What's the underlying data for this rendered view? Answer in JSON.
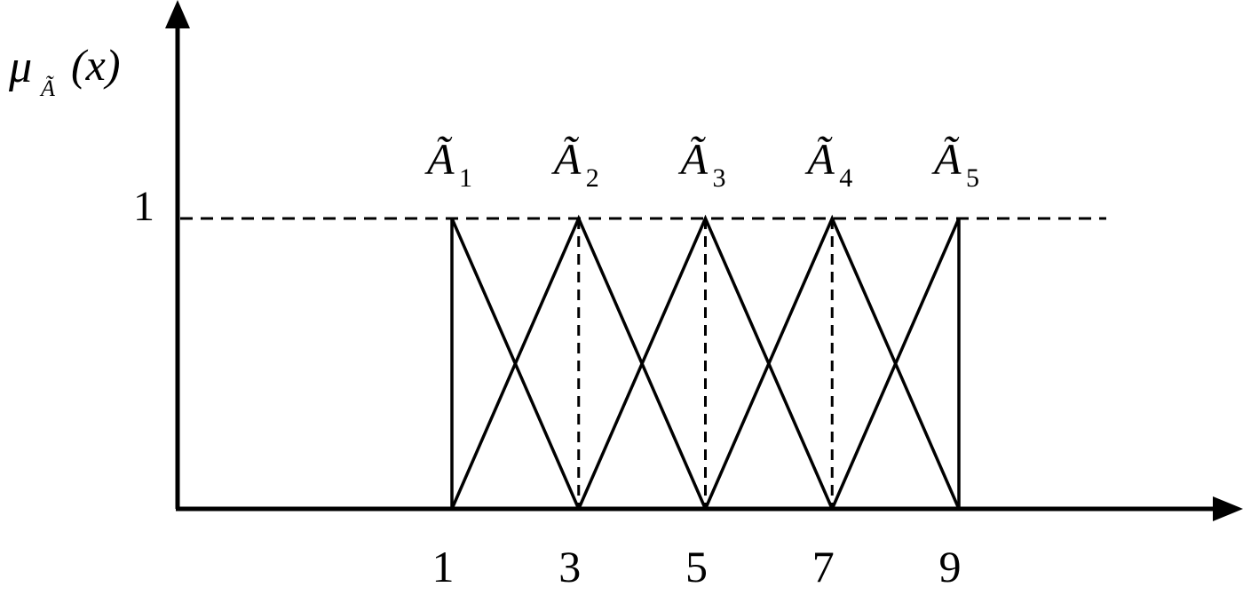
{
  "chart_data": {
    "type": "line",
    "ylabel": {
      "main": "μ",
      "subscript": "Ã",
      "arg": "(x)"
    },
    "xlabel": "",
    "y_level_label": "1",
    "x_tick_labels": [
      "1",
      "3",
      "5",
      "7",
      "9"
    ],
    "x_ticks": [
      1,
      3,
      5,
      7,
      9
    ],
    "series": [
      {
        "name": "A1",
        "label": "Ã",
        "subscript": "1",
        "x": [
          1,
          1,
          3
        ],
        "y": [
          0,
          1,
          0
        ]
      },
      {
        "name": "A2",
        "label": "Ã",
        "subscript": "2",
        "x": [
          1,
          3,
          5
        ],
        "y": [
          0,
          1,
          0
        ]
      },
      {
        "name": "A3",
        "label": "Ã",
        "subscript": "3",
        "x": [
          3,
          5,
          7
        ],
        "y": [
          0,
          1,
          0
        ]
      },
      {
        "name": "A4",
        "label": "Ã",
        "subscript": "4",
        "x": [
          5,
          7,
          9
        ],
        "y": [
          0,
          1,
          0
        ]
      },
      {
        "name": "A5",
        "label": "Ã",
        "subscript": "5",
        "x": [
          7,
          9,
          9
        ],
        "y": [
          0,
          1,
          0
        ]
      }
    ],
    "dashed_verticals_at": [
      3,
      5,
      7
    ],
    "dashed_horizontal_at": 1,
    "colors": {
      "line": "#000000",
      "background": "#ffffff"
    }
  }
}
